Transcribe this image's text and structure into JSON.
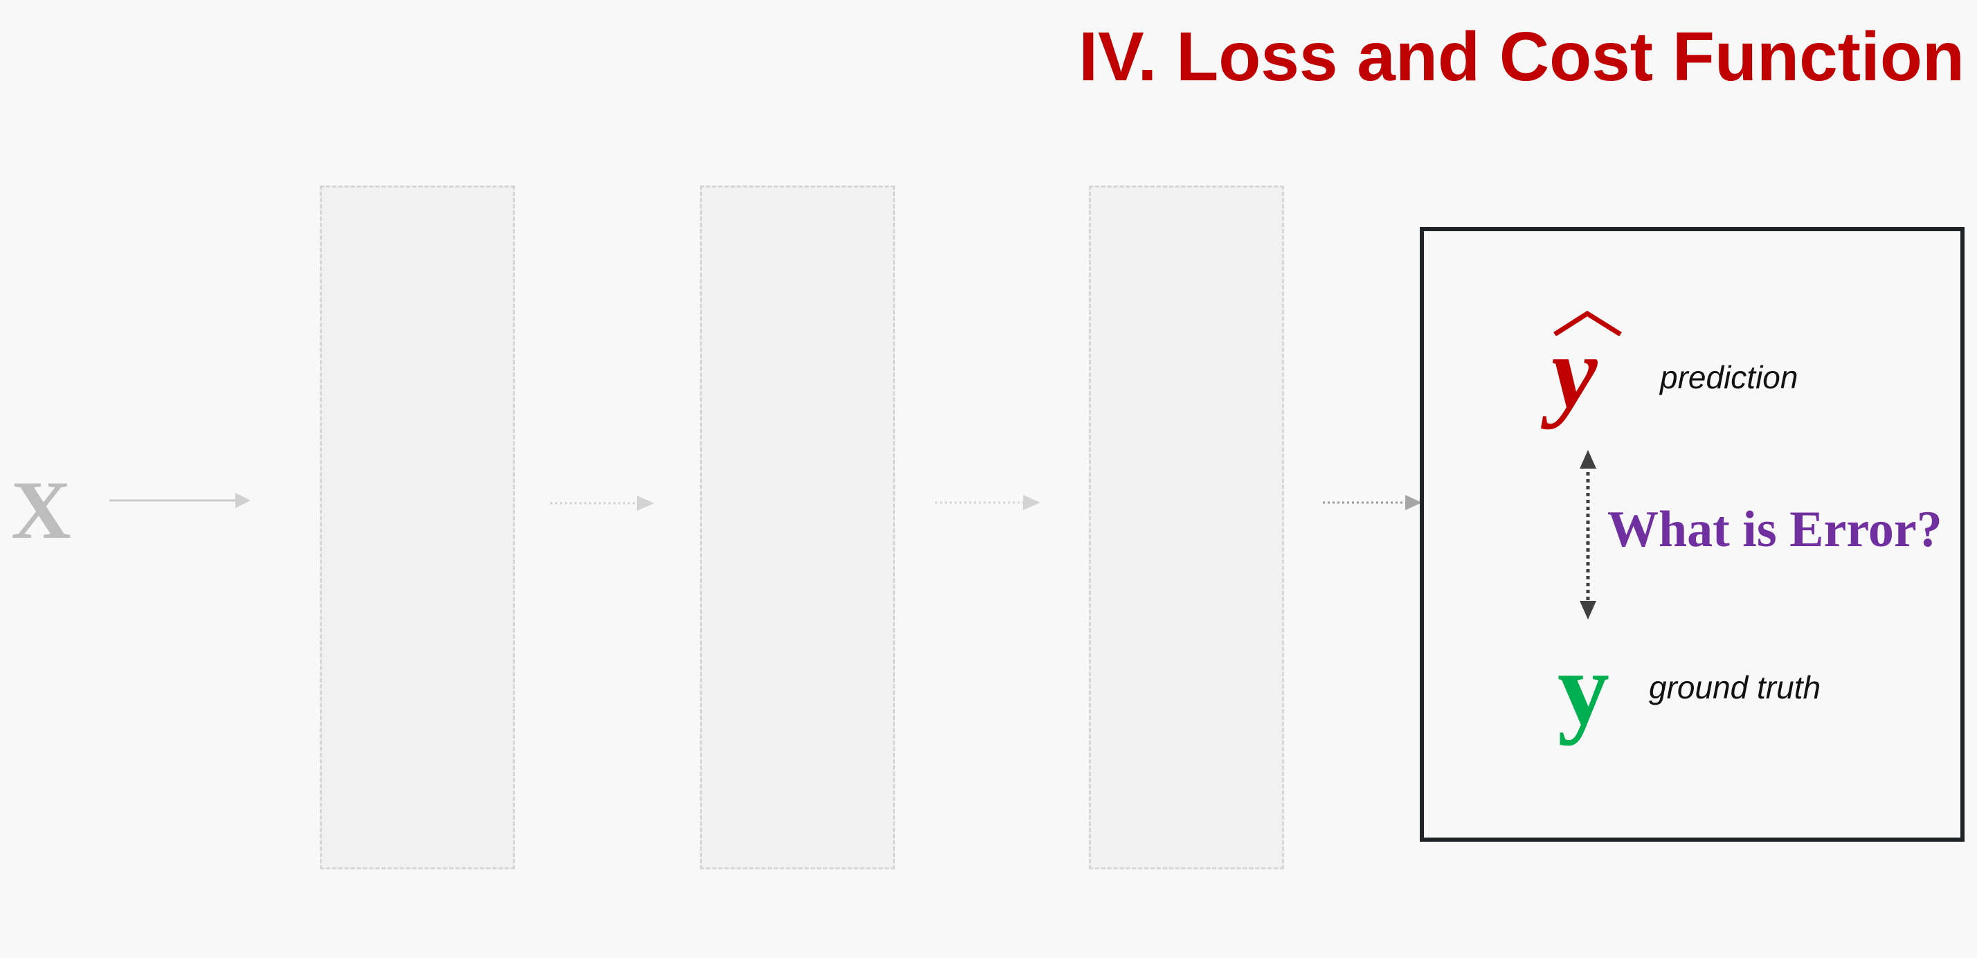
{
  "slide": {
    "title": "IV. Loss and Cost Function"
  },
  "diagram": {
    "input_label": "X",
    "output": {
      "prediction_symbol": "y",
      "prediction_label": "prediction",
      "truth_symbol": "y",
      "truth_label": "ground truth",
      "error_question": "What is Error?"
    }
  },
  "colors": {
    "title": "#c00000",
    "prediction": "#c00000",
    "truth": "#00b050",
    "error_question": "#7030a0",
    "faded_arrow": "#cccccc",
    "box_border": "#1f2328"
  }
}
